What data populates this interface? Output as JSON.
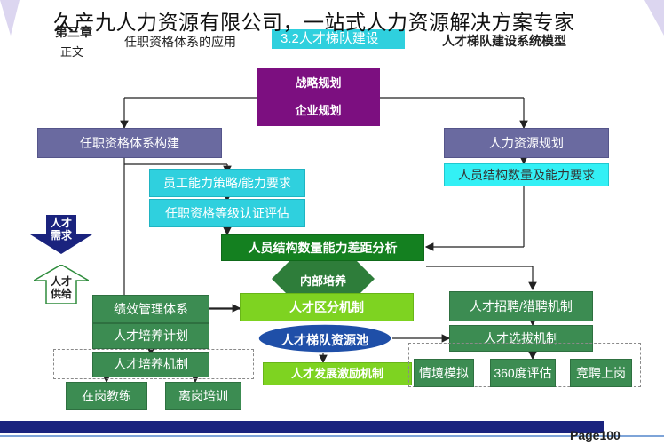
{
  "slide": {
    "watermark": "久产九人力资源有限公司，一站式人力资源解决方案专家",
    "chapter": "第三章",
    "chapter_sub": "正文",
    "section_left": "任职资格体系的应用",
    "section_tab": "3.2人才梯队建设",
    "section_right": "人才梯队建设系统模型",
    "page_label": "Page",
    "page_number": "100"
  },
  "diagram": {
    "strategy": "战略规划",
    "enterprise": "企业规划",
    "qualification_system": "任职资格体系构建",
    "hr_planning": "人力资源规划",
    "competency": "员工能力策略/能力要求",
    "certification": "任职资格等级认证评估",
    "structure_quantity": "人员结构数量及能力要求",
    "gap_analysis": "人员结构数量能力差距分析",
    "internal_training": "内部培养",
    "demand_label": "人才\n需求",
    "supply_label": "人才\n供给",
    "performance": "绩效管理体系",
    "training_plan": "人才培养计划",
    "training_mechanism": "人才培养机制",
    "onjob": "在岗教练",
    "offjob": "离岗培训",
    "talent_zone": "人才区分机制",
    "talent_pool": "人才梯队资源池",
    "incentive": "人才发展激励机制",
    "recruitment": "人才招聘/猎聘机制",
    "selection": "人才选拔机制",
    "situational": "情境模拟",
    "feedback360": "360度评估",
    "competition": "竞聘上岗"
  },
  "colors": {
    "purple": "#6a6aa0",
    "cyan": "#2fd0de",
    "green_dark": "#148020",
    "green_mid": "#3c8c52",
    "lime": "#7ed321",
    "magenta": "#7c0f80",
    "navy": "#1a237e",
    "pool_blue": "#1f4fa8"
  }
}
